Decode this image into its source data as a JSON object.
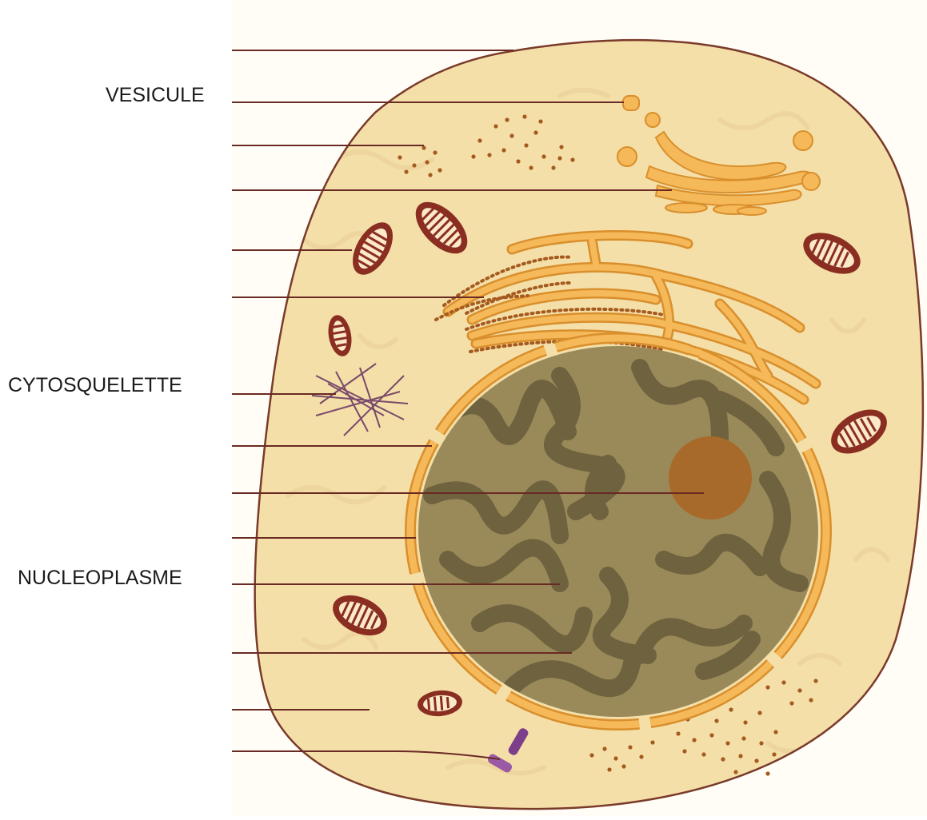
{
  "labels": {
    "vesicule": "VESICULE",
    "cytosquelette": "CYTOSQUELETTE",
    "nucleoplasme": "NUCLEOPLASME"
  },
  "colors": {
    "background": "#ffffff",
    "cytoplasm": "#f4dfa9",
    "cytoplasm_texture": "#ecd29a",
    "membrane": "#7a3a2a",
    "organelle": "#f5b95a",
    "organelle_edge": "#d98f2c",
    "ribosome": "#a55a1e",
    "nucleus": "#9a8a5a",
    "chromatin": "#6f623e",
    "nucleolus": "#a86a2a",
    "mitochondria": "#8a2e22",
    "cytoskeleton": "#7a4a6a",
    "centriole": "#7e3f8a",
    "leader": "#6a2a24"
  }
}
